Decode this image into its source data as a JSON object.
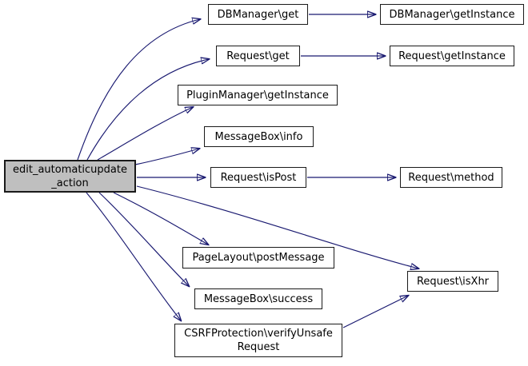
{
  "diagram": {
    "type": "call-graph",
    "root_function": "edit_automaticupdate_action"
  },
  "colors": {
    "edge": "#191970",
    "node_border": "#1a1a1a",
    "node_fill": "#ffffff",
    "current_node_fill": "#bfbfbf",
    "text": "#000000",
    "background": "#ffffff"
  },
  "nodes": [
    {
      "id": "edit",
      "label": "edit_automaticupdate_action",
      "lines": [
        "edit_automaticupdate",
        "_action"
      ],
      "current": true
    },
    {
      "id": "dbget",
      "label": "DBManager\\get",
      "lines": [
        "DBManager\\get"
      ]
    },
    {
      "id": "dbgetinstance",
      "label": "DBManager\\getInstance",
      "lines": [
        "DBManager\\getInstance"
      ]
    },
    {
      "id": "reqget",
      "label": "Request\\get",
      "lines": [
        "Request\\get"
      ]
    },
    {
      "id": "reqgetinstance",
      "label": "Request\\getInstance",
      "lines": [
        "Request\\getInstance"
      ]
    },
    {
      "id": "plugininstance",
      "label": "PluginManager\\getInstance",
      "lines": [
        "PluginManager\\getInstance"
      ]
    },
    {
      "id": "msginfo",
      "label": "MessageBox\\info",
      "lines": [
        "MessageBox\\info"
      ]
    },
    {
      "id": "reqispost",
      "label": "Request\\isPost",
      "lines": [
        "Request\\isPost"
      ]
    },
    {
      "id": "reqmethod",
      "label": "Request\\method",
      "lines": [
        "Request\\method"
      ]
    },
    {
      "id": "pagelayout",
      "label": "PageLayout\\postMessage",
      "lines": [
        "PageLayout\\postMessage"
      ]
    },
    {
      "id": "reqisxhr",
      "label": "Request\\isXhr",
      "lines": [
        "Request\\isXhr"
      ]
    },
    {
      "id": "msgsuccess",
      "label": "MessageBox\\success",
      "lines": [
        "MessageBox\\success"
      ]
    },
    {
      "id": "csrfverify",
      "label": "CSRFProtection\\verifyUnsafeRequest",
      "lines": [
        "CSRFProtection\\verifyUnsafe",
        "Request"
      ]
    }
  ],
  "edges": [
    {
      "from": "edit",
      "to": "dbget"
    },
    {
      "from": "edit",
      "to": "reqget"
    },
    {
      "from": "edit",
      "to": "plugininstance"
    },
    {
      "from": "edit",
      "to": "msginfo"
    },
    {
      "from": "edit",
      "to": "reqispost"
    },
    {
      "from": "edit",
      "to": "reqisxhr"
    },
    {
      "from": "edit",
      "to": "pagelayout"
    },
    {
      "from": "edit",
      "to": "msgsuccess"
    },
    {
      "from": "edit",
      "to": "csrfverify"
    },
    {
      "from": "dbget",
      "to": "dbgetinstance"
    },
    {
      "from": "reqget",
      "to": "reqgetinstance"
    },
    {
      "from": "reqispost",
      "to": "reqmethod"
    },
    {
      "from": "csrfverify",
      "to": "reqisxhr"
    }
  ]
}
